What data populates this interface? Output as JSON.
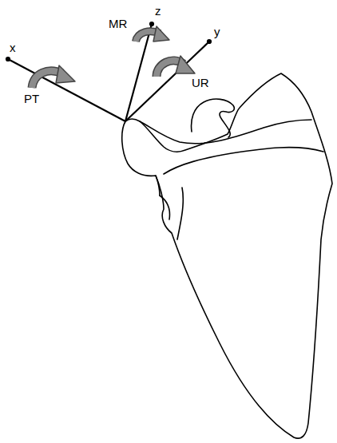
{
  "diagram": {
    "labels": [
      "x",
      "y",
      "z",
      "MR",
      "UR",
      "PT"
    ]
  }
}
